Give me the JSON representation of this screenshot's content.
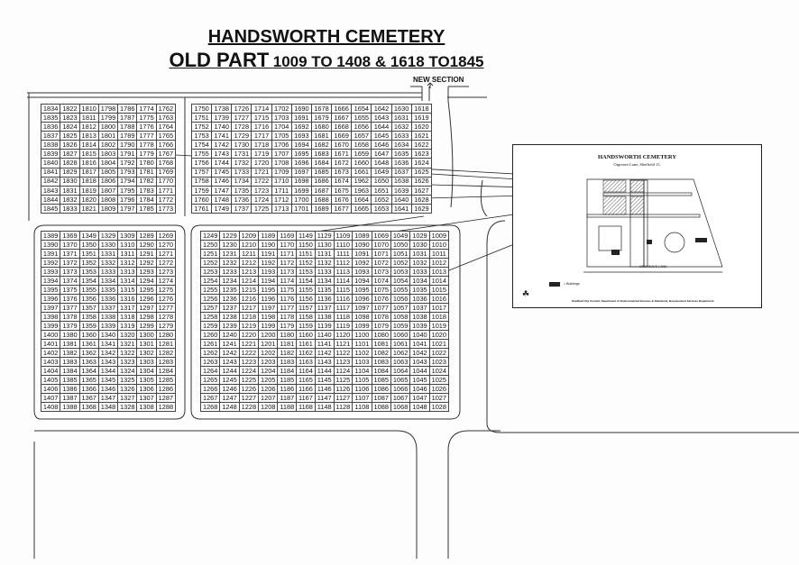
{
  "title": "HANDSWORTH CEMETERY",
  "subtitle": {
    "part": "OLD PART",
    "range": "1009 TO 1408 & 1618 TO1845"
  },
  "new_section_label": "NEW SECTION",
  "grids": {
    "top_left": [
      "1834 1822 1810 1798 1786 1774 1762",
      "1835 1823 1811 1799 1787 1775 1763",
      "1836 1824 1812 1800 1788 1776 1764",
      "1837 1825 1813 1801 1789 1777 1765",
      "1838 1826 1814 1802 1790 1778 1766",
      "1839 1827 1815 1803 1791 1779 1767",
      "1840 1828 1816 1804 1792 1780 1768",
      "1841 1829 1817 1805 1793 1781 1769",
      "1842 1830 1818 1806 1794 1782 1770",
      "1843 1831 1819 1807 1795 1783 1771",
      "1844 1832 1820 1808 1796 1784 1772",
      "1845 1833 1821 1809 1797 1785 1773"
    ],
    "top_right": [
      "1750 1738 1726 1714 1702 1690 1678 1666 1654 1642 1630 1618",
      "1751 1739 1727 1715 1703 1691 1679 1667 1655 1643 1631 1619",
      "1752 1740 1728 1716 1704 1692 1680 1668 1656 1644 1632 1620",
      "1753 1741 1729 1717 1705 1693 1681 1669 1657 1645 1633 1621",
      "1754 1742 1730 1718 1706 1694 1682 1670 1658 1646 1634 1622",
      "1755 1743 1731 1719 1707 1695 1683 1671 1659 1647 1635 1623",
      "1756 1744 1732 1720 1708 1696 1684 1672 1660 1648 1636 1624",
      "1757 1745 1733 1721 1709 1697 1685 1673 1661 1649 1637 1625",
      "1758 1746 1734 1722 1710 1698 1686 1674 1962 1650 1638 1626",
      "1759 1747 1735 1723 1711 1699 1687 1675 1963 1651 1639 1627",
      "1760 1748 1736 1724 1712 1700 1688 1676 1664 1652 1640 1628",
      "1761 1749 1737 1725 1713 1701 1689 1677 1665 1653 1641 1629"
    ],
    "bottom_left": [
      "1389 1369 1349 1329 1309 1289 1269",
      "1390 1370 1350 1330 1310 1290 1270",
      "1391 1371 1351 1331 1311 1291 1271",
      "1392 1372 1352 1332 1312 1292 1272",
      "1393 1373 1353 1333 1313 1293 1273",
      "1394 1374 1354 1334 1314 1294 1274",
      "1395 1375 1355 1335 1315 1295 1275",
      "1396 1376 1356 1336 1316 1296 1276",
      "1397 1377 1357 1337 1317 1297 1277",
      "1398 1378 1358 1338 1318 1298 1278",
      "1399 1379 1359 1339 1319 1299 1279",
      "1400 1380 1360 1340 1320 1300 1280",
      "1401 1381 1361 1341 1321 1301 1281",
      "1402 1382 1362 1342 1322 1302 1282",
      "1403 1383 1363 1343 1323 1303 1283",
      "1404 1384 1364 1344 1324 1304 1284",
      "1405 1385 1365 1345 1325 1305 1285",
      "1406 1386 1366 1346 1326 1306 1286",
      "1407 1387 1367 1347 1327 1307 1287",
      "1408 1388 1368 1348 1328 1308 1288"
    ],
    "bottom_right": [
      "1249 1229 1209 1189 1169 1149 1129 1109 1089 1069 1049 1029 1009",
      "1250 1230 1210 1190 1170 1150 1130 1110 1090 1070 1050 1030 1010",
      "1251 1231 1211 1191 1171 1151 1131 1111 1091 1071 1051 1031 1011",
      "1252 1232 1212 1192 1172 1152 1132 1112 1092 1072 1052 1032 1012",
      "1253 1233 1213 1193 1173 1153 1133 1113 1093 1073 1053 1033 1013",
      "1254 1234 1214 1194 1174 1154 1134 1114 1094 1074 1054 1034 1014",
      "1255 1235 1215 1195 1175 1155 1135 1115 1095 1075 1055 1035 1015",
      "1256 1236 1216 1196 1176 1156 1136 1116 1096 1076 1056 1036 1016",
      "1257 1237 1217 1197 1177 1157 1137 1117 1097 1077 1057 1037 1017",
      "1258 1238 1218 1198 1178 1158 1138 1118 1098 1078 1058 1038 1018",
      "1259 1239 1219 1199 1179 1159 1139 1119 1099 1079 1059 1039 1019",
      "1260 1240 1220 1200 1180 1160 1140 1120 1100 1080 1060 1040 1020",
      "1261 1241 1221 1201 1181 1161 1141 1121 1101 1081 1061 1041 1021",
      "1262 1242 1222 1202 1182 1162 1142 1122 1102 1082 1062 1042 1022",
      "1263 1243 1223 1203 1183 1163 1143 1123 1103 1083 1063 1043 1023",
      "1264 1244 1224 1204 1184 1164 1144 1124 1104 1084 1064 1044 1024",
      "1265 1245 1225 1205 1185 1165 1145 1125 1105 1085 1065 1045 1025",
      "1266 1246 1226 1206 1186 1166 1146 1126 1106 1086 1066 1046 1026",
      "1267 1247 1227 1207 1187 1167 1147 1127 1107 1087 1067 1047 1027",
      "1268 1248 1228 1208 1188 1168 1148 1128 1108 1088 1068 1048 1028"
    ]
  },
  "inset": {
    "title": "HANDSWORTH CEMETERY",
    "address": "Orgreave Lane, Sheffield 13.",
    "road": "ORGREAVE LANE",
    "legend": "= Buildings",
    "footer": "Sheffield City Council, Department of Environmental Services & Standards, Bereavement Services Department"
  }
}
